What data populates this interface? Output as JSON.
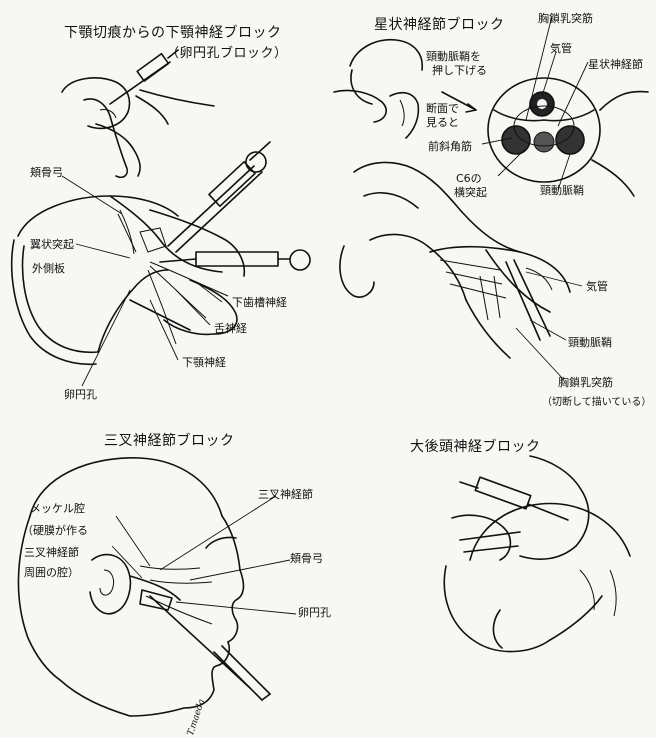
{
  "panels": {
    "mandibular": {
      "title": "下顎切痕からの下顎神経ブロック",
      "subtitle": "（卵円孔ブロック）",
      "labels": {
        "zygomatic_arch": "頬骨弓",
        "pterygoid_lateral": "翼状突起",
        "pterygoid_lateral_2": "外側板",
        "inferior_alveolar": "下歯槽神経",
        "lingual": "舌神経",
        "mandibular_nerve": "下顎神経",
        "foramen_ovale": "卵円孔"
      }
    },
    "stellate": {
      "title": "星状神経節ブロック",
      "labels": {
        "scm_top": "胸鎖乳突筋",
        "push_down_1": "頸動脈鞘を",
        "push_down_2": "押し下げる",
        "trachea_top": "気管",
        "stellate_ganglion": "星状神経節",
        "cross_section_1": "断面で",
        "cross_section_2": "見ると",
        "anterior_scalene": "前斜角筋",
        "c6_1": "C6の",
        "c6_2": "横突起",
        "carotid_sheath_top": "頸動脈鞘",
        "trachea_bottom": "気管",
        "carotid_sheath_bottom": "頸動脈鞘",
        "scm_bottom": "胸鎖乳突筋",
        "scm_note": "（切断して描いている）"
      }
    },
    "trigeminal": {
      "title": "三叉神経節ブロック",
      "labels": {
        "meckel_1": "メッケル腔",
        "meckel_2": "（硬膜が作る",
        "meckel_3": "三叉神経節",
        "meckel_4": "周囲の腔）",
        "ganglion": "三叉神経節",
        "zygomatic_arch": "頬骨弓",
        "foramen_ovale": "卵円孔"
      }
    },
    "occipital": {
      "title": "大後頭神経ブロック"
    }
  },
  "signature": "T.maeda"
}
